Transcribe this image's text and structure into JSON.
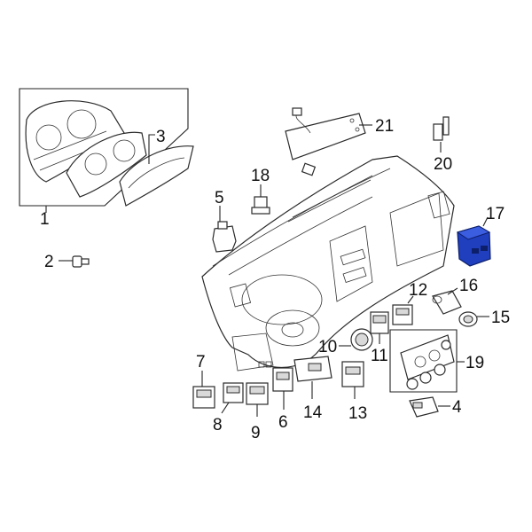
{
  "diagram": {
    "highlight_color": "#1f3fbf",
    "callouts": [
      {
        "id": "c1",
        "label": "1"
      },
      {
        "id": "c2",
        "label": "2"
      },
      {
        "id": "c3",
        "label": "3"
      },
      {
        "id": "c4",
        "label": "4"
      },
      {
        "id": "c5",
        "label": "5"
      },
      {
        "id": "c6",
        "label": "6"
      },
      {
        "id": "c7",
        "label": "7"
      },
      {
        "id": "c8",
        "label": "8"
      },
      {
        "id": "c9",
        "label": "9"
      },
      {
        "id": "c10",
        "label": "10"
      },
      {
        "id": "c11",
        "label": "11"
      },
      {
        "id": "c12",
        "label": "12"
      },
      {
        "id": "c13",
        "label": "13"
      },
      {
        "id": "c14",
        "label": "14"
      },
      {
        "id": "c15",
        "label": "15"
      },
      {
        "id": "c16",
        "label": "16"
      },
      {
        "id": "c17",
        "label": "17"
      },
      {
        "id": "c18",
        "label": "18"
      },
      {
        "id": "c19",
        "label": "19"
      },
      {
        "id": "c20",
        "label": "20"
      },
      {
        "id": "c21",
        "label": "21"
      }
    ]
  }
}
